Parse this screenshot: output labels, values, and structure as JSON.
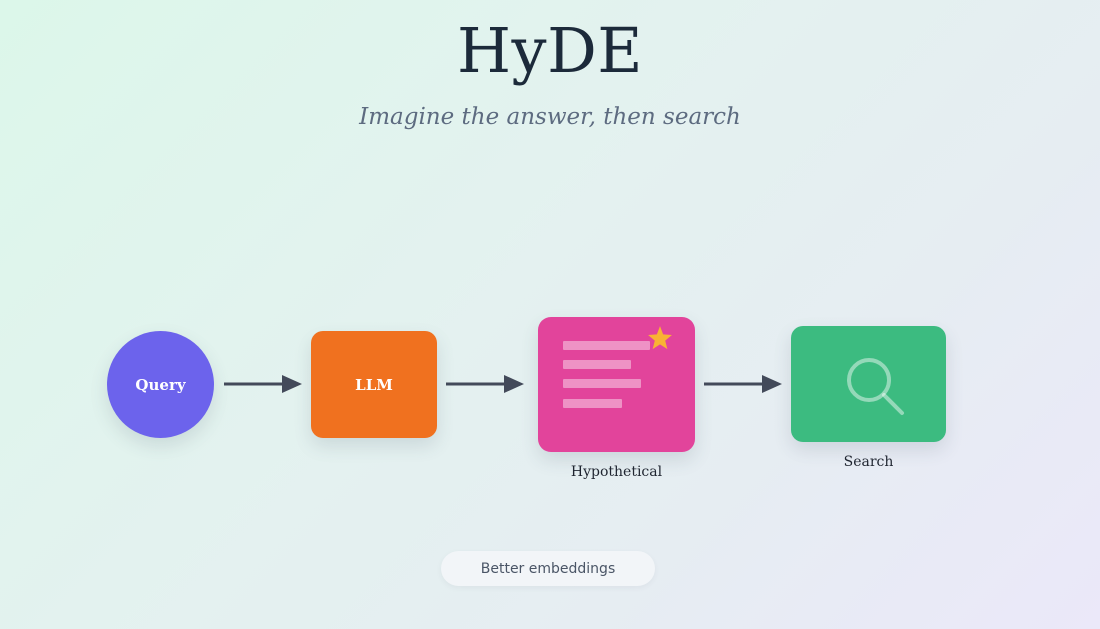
{
  "header": {
    "title": "HyDE",
    "subtitle": "Imagine the answer, then search"
  },
  "flow": {
    "query": {
      "label": "Query",
      "color": "#6c63ec"
    },
    "llm": {
      "label": "LLM",
      "color": "#f0711f"
    },
    "hypothetical": {
      "label": "Hypothetical",
      "color": "#e2449b",
      "icon": "document-with-star-icon"
    },
    "search": {
      "label": "Search",
      "color": "#3cbb80",
      "icon": "magnifier-icon"
    }
  },
  "footer": {
    "badge": "Better embeddings"
  }
}
